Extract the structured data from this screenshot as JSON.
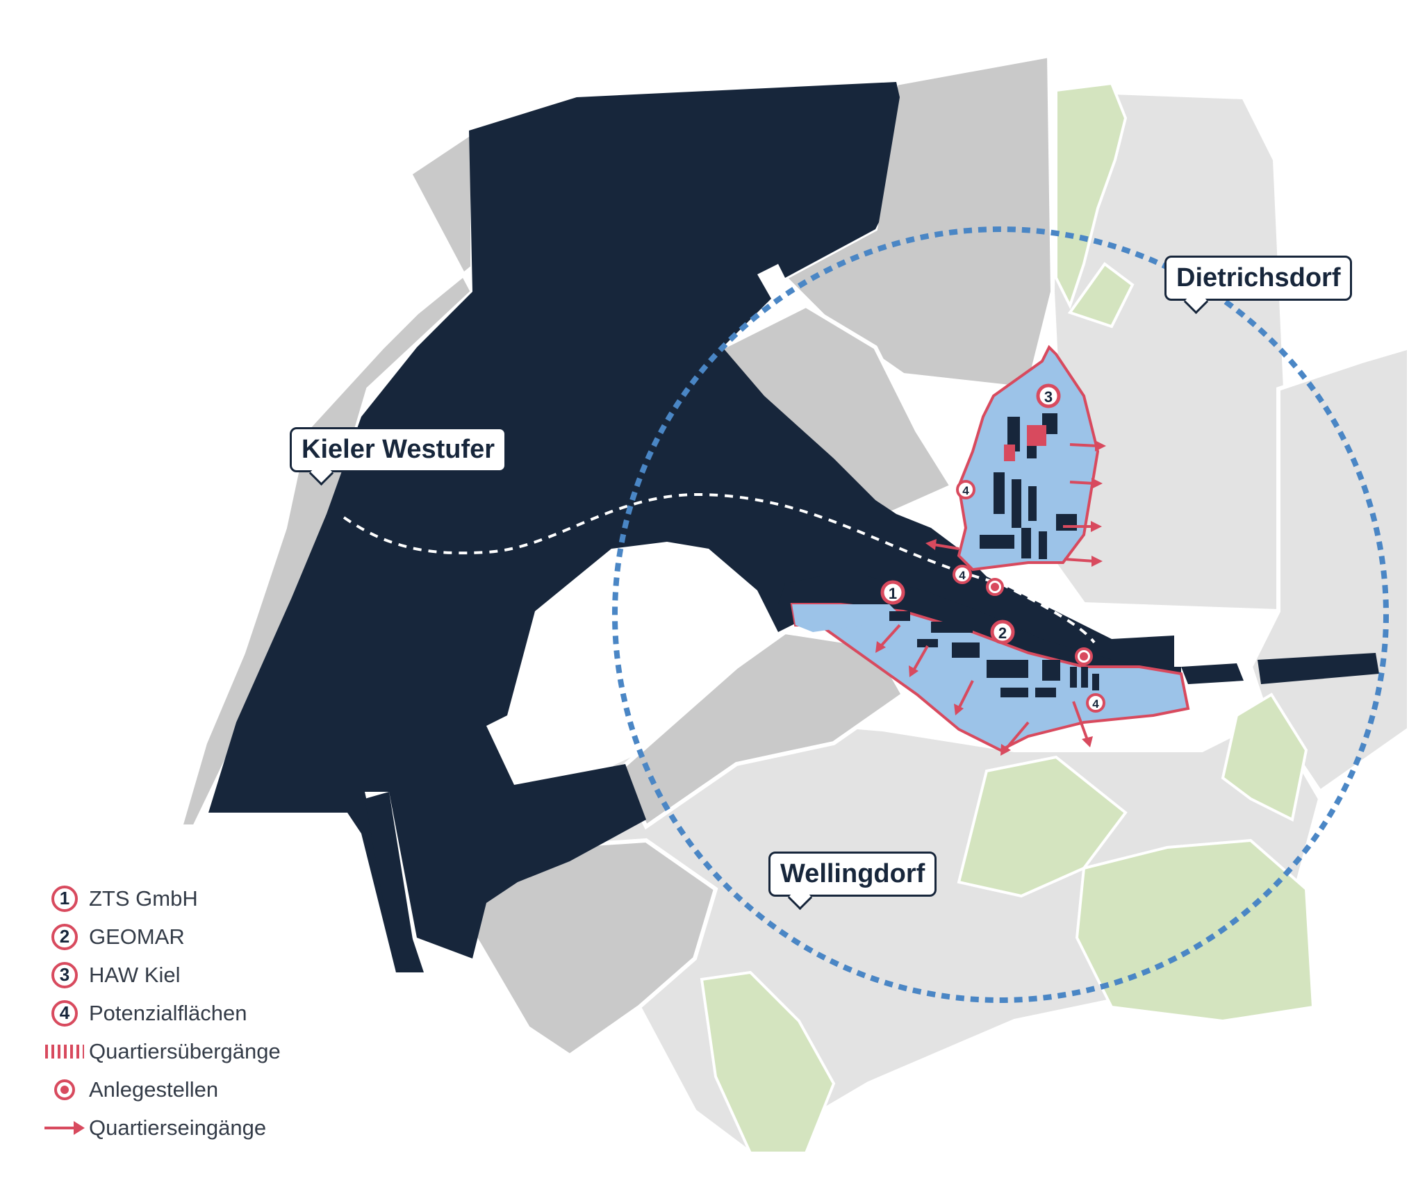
{
  "places": {
    "west": "Kieler Westufer",
    "north": "Dietrichsdorf",
    "south": "Wellingdorf"
  },
  "markers": {
    "m1": "1",
    "m2": "2",
    "m3": "3",
    "m4": "4"
  },
  "legend": {
    "items": [
      {
        "symbol": "1",
        "label": "ZTS GmbH"
      },
      {
        "symbol": "2",
        "label": "GEOMAR"
      },
      {
        "symbol": "3",
        "label": "HAW Kiel"
      },
      {
        "symbol": "4",
        "label": "Potenzialflächen"
      },
      {
        "symbol": "striped-line",
        "label": "Quartiersübergänge"
      },
      {
        "symbol": "landing-dot",
        "label": "Anlegestellen"
      },
      {
        "symbol": "red-arrow",
        "label": "Quartierseingänge"
      }
    ]
  },
  "colors": {
    "water": "#17263b",
    "land": "#c9c9c9",
    "land_light": "#e3e3e3",
    "green": "#d4e4bf",
    "district": "#9cc3e8",
    "accent_red": "#d84a5e",
    "radius_blue": "#4a86c5"
  }
}
